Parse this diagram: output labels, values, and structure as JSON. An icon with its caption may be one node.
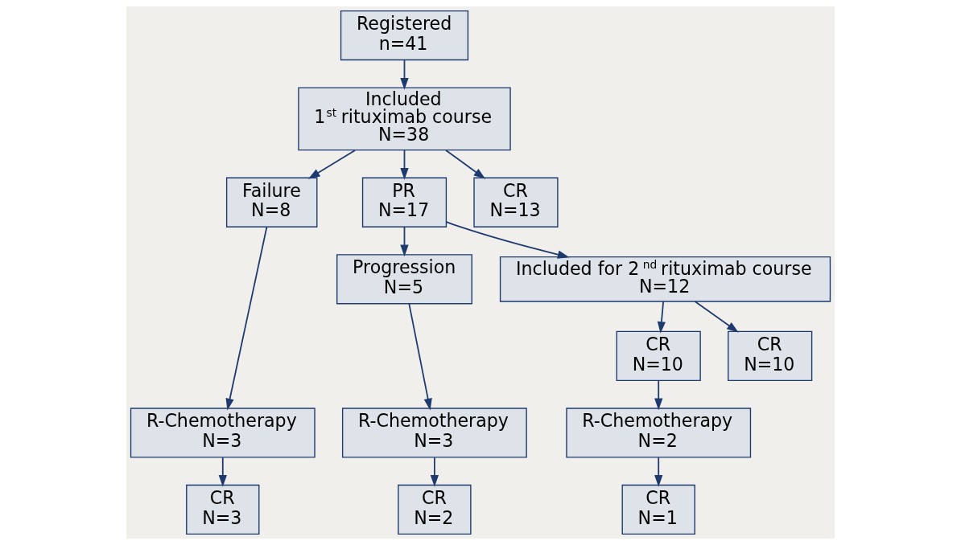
{
  "diagram": {
    "nodes": [
      {
        "text": [
          "Registered",
          "n=41"
        ]
      },
      {
        "text": [
          "Included",
          "1$^{st}$ rituximab course",
          "N=38"
        ]
      },
      {
        "text": [
          "Failure",
          "N=8"
        ]
      },
      {
        "text": [
          "PR",
          "N=17"
        ]
      },
      {
        "text": [
          "CR",
          "N=13"
        ]
      },
      {
        "text": [
          "Progression",
          "N=5"
        ]
      },
      {
        "text": [
          "Included for 2$^{nd}$ rituximab course",
          "N=12"
        ]
      },
      {
        "text": [
          "CR",
          "N=10"
        ]
      },
      {
        "text": [
          "CR",
          "N=10"
        ]
      },
      {
        "text": [
          "R-Chemotherapy",
          "N=3"
        ]
      },
      {
        "text": [
          "R-Chemotherapy",
          "N=3"
        ]
      },
      {
        "text": [
          "R-Chemotherapy",
          "N=2"
        ]
      },
      {
        "text": [
          "CR",
          "N=3"
        ]
      },
      {
        "text": [
          "CR",
          "N=2"
        ]
      },
      {
        "text": [
          "CR",
          "N=1"
        ]
      }
    ],
    "edges": [
      {
        "from": 0,
        "to": 1,
        "arrow": "to"
      },
      {
        "from": 1,
        "to": 2,
        "arrow": "to"
      },
      {
        "from": 1,
        "to": 3,
        "arrow": "to"
      },
      {
        "from": 1,
        "to": 4,
        "arrow": "to"
      },
      {
        "from": 3,
        "to": 5,
        "arrow": "to"
      },
      {
        "from": 3,
        "to": 6,
        "arrow": "to"
      },
      {
        "from": 6,
        "to": 7,
        "arrow": "to"
      },
      {
        "from": 6,
        "to": 8,
        "arrow": "to"
      },
      {
        "from": 2,
        "to": 9,
        "arrow": "to"
      },
      {
        "from": 5,
        "to": 10,
        "arrow": "to"
      },
      {
        "from": 7,
        "to": 11,
        "arrow": "to"
      },
      {
        "from": 9,
        "to": 12,
        "arrow": "to"
      },
      {
        "from": 10,
        "to": 13,
        "arrow": "to"
      },
      {
        "from": 11,
        "to": 14,
        "arrow": "to"
      }
    ]
  }
}
